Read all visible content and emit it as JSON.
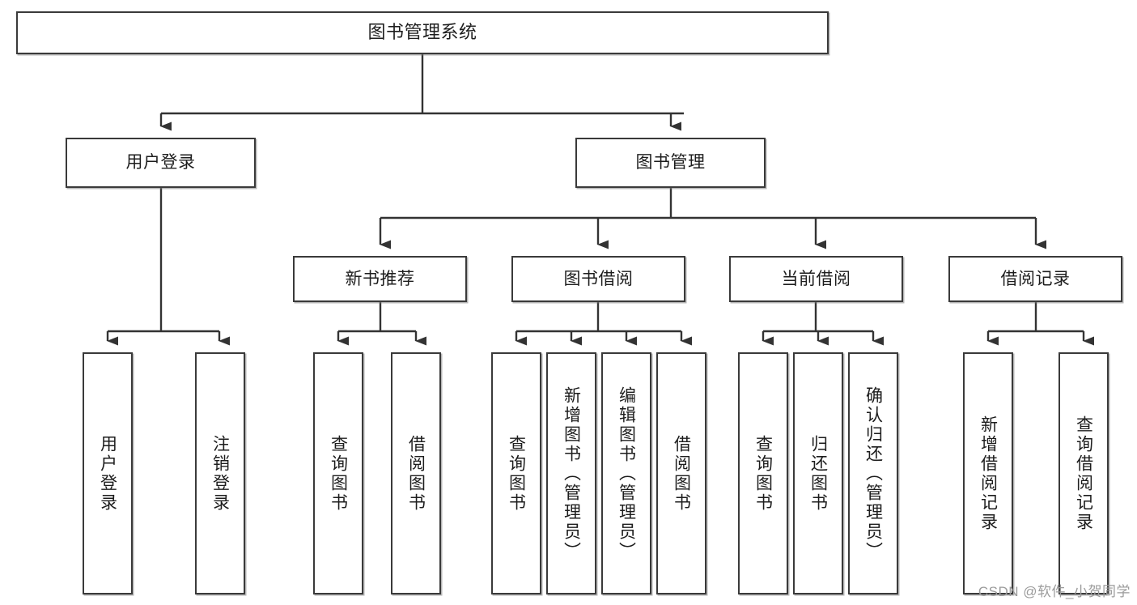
{
  "diagram": {
    "title": "图书管理系统",
    "type": "tree-hierarchy",
    "watermark": "CSDN @软件_小贺同学",
    "colors": {
      "box_border": "#3a3a3a",
      "box_fill": "#ffffff",
      "connector": "#333333",
      "text": "#1d1d1d",
      "watermark": "#9b9b9b",
      "background": "#ffffff"
    },
    "nodes": {
      "root": {
        "label": "图书管理系统"
      },
      "level2": [
        {
          "id": "user-login",
          "label": "用户登录"
        },
        {
          "id": "book-manage",
          "label": "图书管理"
        }
      ],
      "level3": [
        {
          "id": "new-book-recommend",
          "label": "新书推荐"
        },
        {
          "id": "book-borrow",
          "label": "图书借阅"
        },
        {
          "id": "current-borrow",
          "label": "当前借阅"
        },
        {
          "id": "borrow-record",
          "label": "借阅记录"
        }
      ],
      "leaves": {
        "user_login": [
          {
            "id": "leaf-user-login",
            "label": "用户登录"
          },
          {
            "id": "leaf-logout-login",
            "label": "注销登录"
          }
        ],
        "new_book_recommend": [
          {
            "id": "leaf-query-book-1",
            "label": "查询图书"
          },
          {
            "id": "leaf-borrow-book-1",
            "label": "借阅图书"
          }
        ],
        "book_borrow": [
          {
            "id": "leaf-query-book-2",
            "label": "查询图书"
          },
          {
            "id": "leaf-add-book",
            "label": "新增图书（管理员）"
          },
          {
            "id": "leaf-edit-book",
            "label": "编辑图书（管理员）"
          },
          {
            "id": "leaf-borrow-book-2",
            "label": "借阅图书"
          }
        ],
        "current_borrow": [
          {
            "id": "leaf-query-book-3",
            "label": "查询图书"
          },
          {
            "id": "leaf-return-book",
            "label": "归还图书"
          },
          {
            "id": "leaf-confirm-return",
            "label": "确认归还（管理员）"
          }
        ],
        "borrow_record": [
          {
            "id": "leaf-add-record",
            "label": "新增借阅记录"
          },
          {
            "id": "leaf-query-record",
            "label": "查询借阅记录"
          }
        ]
      }
    }
  }
}
